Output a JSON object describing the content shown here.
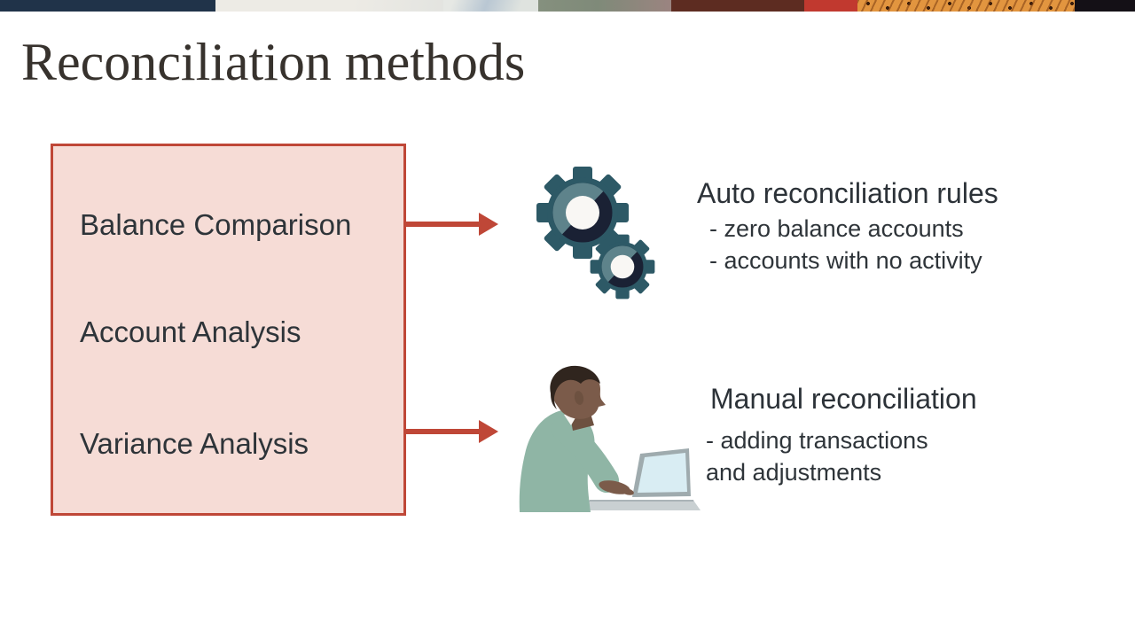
{
  "header": {
    "title": "Reconciliation methods"
  },
  "methods_box": {
    "items": [
      "Balance Comparison",
      "Account Analysis",
      "Variance Analysis"
    ]
  },
  "sections": {
    "auto": {
      "icon": "gears-icon",
      "heading": "Auto reconciliation rules",
      "bullets": [
        "- zero balance accounts",
        "- accounts with no activity"
      ]
    },
    "manual": {
      "icon": "person-at-laptop-icon",
      "heading": "Manual reconciliation",
      "bullets": [
        "- adding transactions",
        "and adjustments"
      ]
    }
  },
  "colors": {
    "box_fill": "#f6dcd6",
    "box_border": "#bf4737",
    "arrow": "#bf4737",
    "title_text": "#37322d",
    "body_text": "#2e3439",
    "gear_body": "#2d5966",
    "gear_ring_light": "#5e838b",
    "gear_ring_dark": "#1a2134",
    "gear_center": "#f9f7f4",
    "sweater": "#8fb5a5",
    "skin": "#7b5b4a",
    "hair": "#30251e",
    "laptop_screen": "#d9edf3"
  },
  "decor_strip_colors": [
    "#203349",
    "#edebe5",
    "#b9c7d3",
    "#7f8a79",
    "#5d2c21",
    "#c1392f",
    "#e2953f",
    "#141016"
  ]
}
